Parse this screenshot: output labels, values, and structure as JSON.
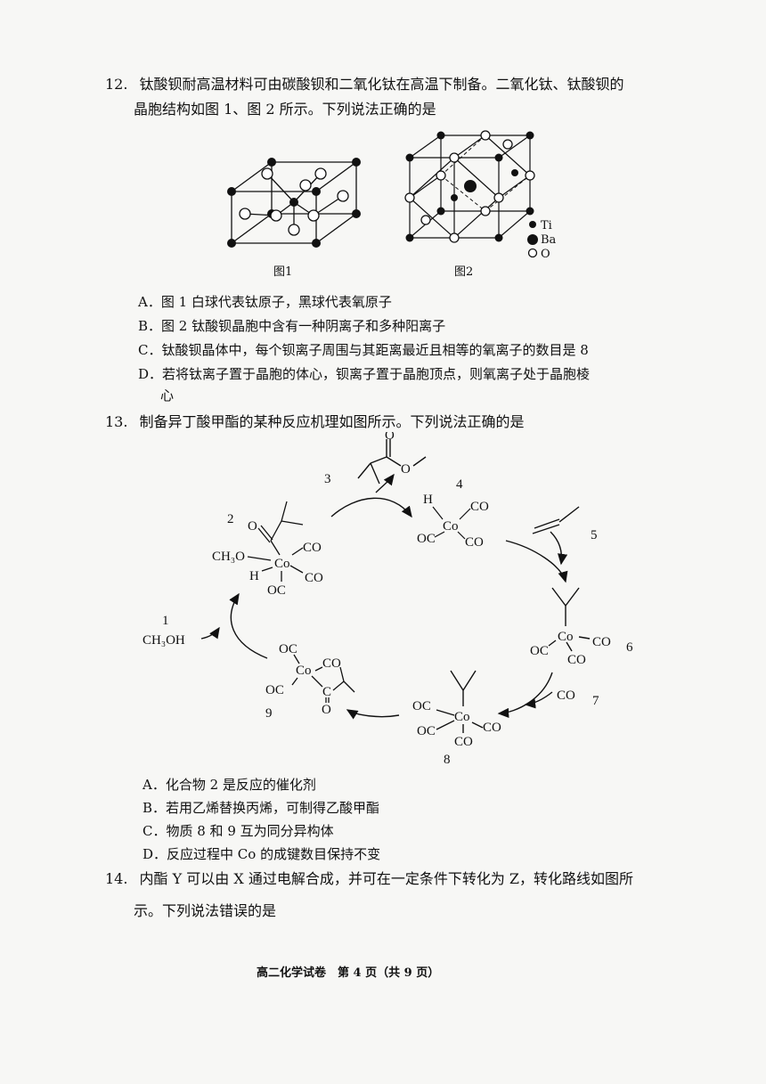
{
  "q12": {
    "number": "12.",
    "line1": "钛酸钡耐高温材料可由碳酸钡和二氧化钛在高温下制备。二氧化钛、钛酸钡的",
    "line2": "晶胞结构如图 1、图 2 所示。下列说法正确的是",
    "fig1_caption": "图1",
    "fig2_caption": "图2",
    "legend": {
      "ti": "Ti",
      "ba": "Ba",
      "o": "O"
    },
    "options": [
      "A．图 1 白球代表钛原子，黑球代表氧原子",
      "B．图 2 钛酸钡晶胞中含有一种阴离子和多种阳离子",
      "C．钛酸钡晶体中，每个钡离子周围与其距离最近且相等的氧离子的数目是 8",
      "D．若将钛离子置于晶胞的体心，钡离子置于晶胞顶点，则氧离子处于晶胞棱"
    ],
    "option_d_cont": "心"
  },
  "q13": {
    "number": "13.",
    "line1": "制备异丁酸甲酯的某种反应机理如图所示。下列说法正确的是",
    "diagram": {
      "n1": "1",
      "n2": "2",
      "n3": "3",
      "n4": "4",
      "n5": "5",
      "n6": "6",
      "n7": "7",
      "n8": "8",
      "n9": "9",
      "ch3oh": "CH₃OH",
      "ch3o": "CH₃O",
      "co": "CO",
      "oc": "OC",
      "co_atom": "Co",
      "h": "H",
      "o": "O",
      "c": "C"
    },
    "options": [
      "A．化合物 2 是反应的催化剂",
      "B．若用乙烯替换丙烯，可制得乙酸甲酯",
      "C．物质 8 和 9 互为同分异构体",
      "D．反应过程中 Co 的成键数目保持不变"
    ]
  },
  "q14": {
    "number": "14.",
    "line1": "内酯 Y 可以由 X 通过电解合成，并可在一定条件下转化为 Z，转化路线如图所",
    "line2": "示。下列说法错误的是"
  },
  "footer": "高二化学试卷　第 4 页（共 9 页）"
}
